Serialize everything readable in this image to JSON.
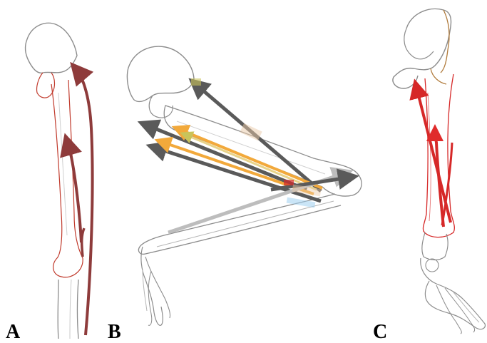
{
  "panels": [
    {
      "id": "A",
      "label": "A"
    },
    {
      "id": "B",
      "label": "B"
    },
    {
      "id": "C",
      "label": "C"
    }
  ],
  "colors": {
    "bone_outline": "#8c8c8c",
    "bone_outline_light": "#b5b5b5",
    "femur_red_outline": "#c0392b",
    "muscle_panel_a": "#8e3b3b",
    "muscle_dark_grey": "#5a5a5a",
    "muscle_light_grey": "#bdbdbd",
    "muscle_orange": "#f2a93b",
    "muscle_yellow": "#e7d38a",
    "muscle_panel_c": "#d62828",
    "hip_brown": "#b07a3a",
    "background": "#ffffff"
  }
}
